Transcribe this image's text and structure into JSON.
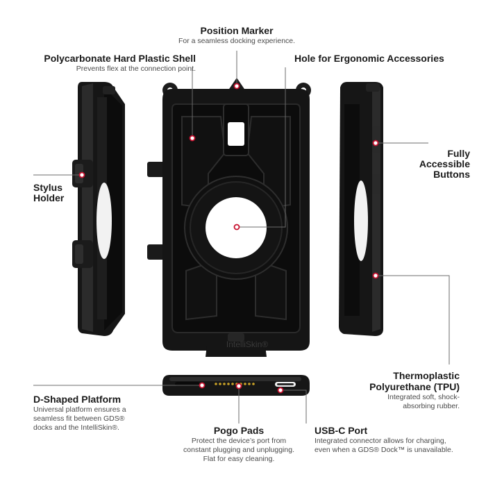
{
  "colors": {
    "case_body": "#151515",
    "case_edge": "#2c2c2c",
    "leader_line": "#6b6b6b",
    "marker_dot": "#c8102e",
    "pogo_gold": "#c9a227",
    "text_title": "#1a1a1a",
    "text_desc": "#4a4a4a"
  },
  "brand_emboss": "IntelliSkin®",
  "callouts": {
    "position_marker": {
      "title": "Position Marker",
      "desc": "For a seamless docking experience."
    },
    "polycarbonate_shell": {
      "title": "Polycarbonate Hard Plastic Shell",
      "desc": "Prevents flex at the connection point."
    },
    "ergonomic_hole": {
      "title": "Hole for Ergonomic Accessories"
    },
    "stylus_holder": {
      "title_line1": "Stylus",
      "title_line2": "Holder"
    },
    "accessible_buttons": {
      "title_line1": "Fully",
      "title_line2": "Accessible",
      "title_line3": "Buttons"
    },
    "tpu": {
      "title_line1": "Thermoplastic",
      "title_line2": "Polyurethane (TPU)",
      "desc_line1": "Integrated soft, shock-",
      "desc_line2": "absorbing rubber."
    },
    "d_shaped_platform": {
      "title": "D-Shaped Platform",
      "desc_line1": "Universal platform ensures a",
      "desc_line2": "seamless fit between GDS®",
      "desc_line3": "docks and the IntelliSkin®."
    },
    "pogo_pads": {
      "title": "Pogo Pads",
      "desc_line1": "Protect the device’s port from",
      "desc_line2": "constant plugging and unplugging.",
      "desc_line3": "Flat for easy cleaning."
    },
    "usbc_port": {
      "title": "USB-C Port",
      "desc_line1": "Integrated connector allows for charging,",
      "desc_line2": "even when a GDS® Dock™ is unavailable."
    }
  }
}
